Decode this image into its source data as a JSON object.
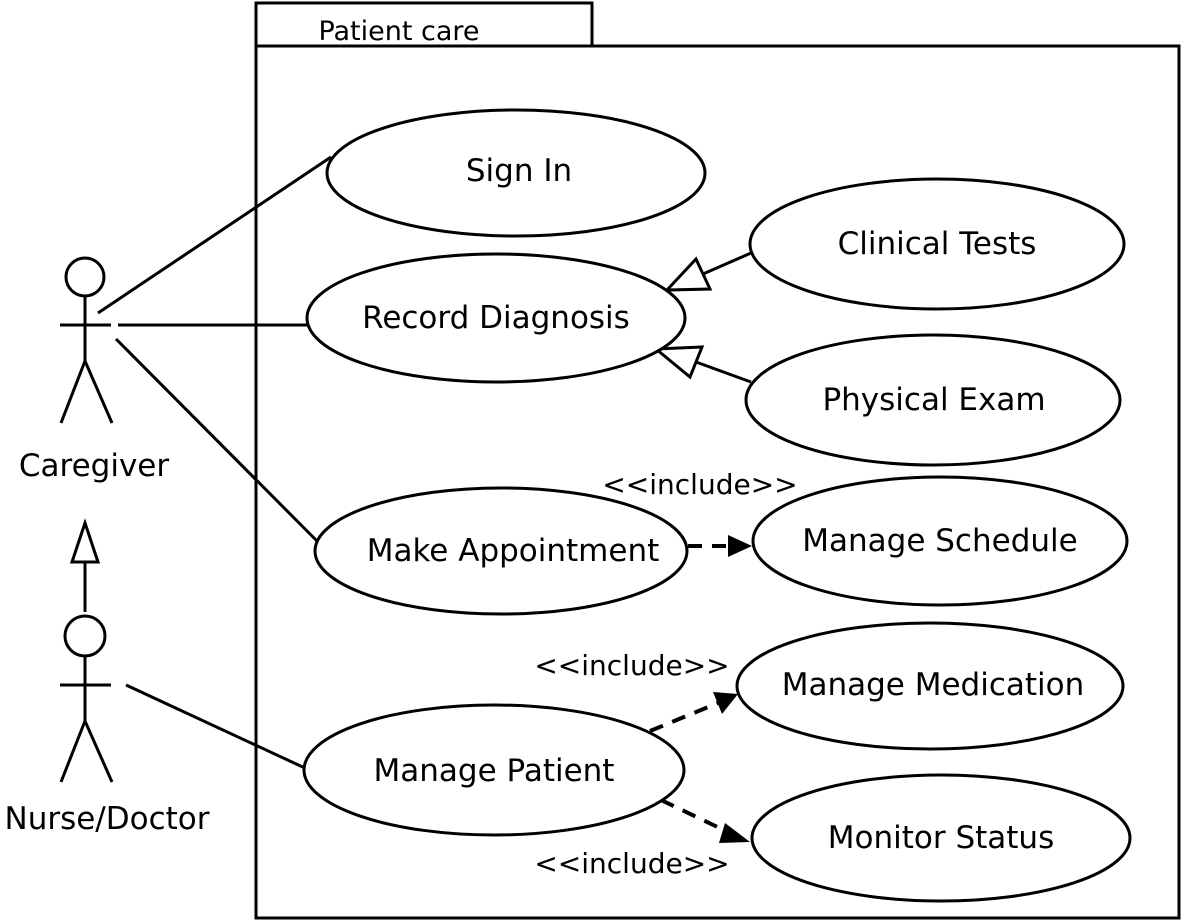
{
  "package": {
    "title": "Patient care"
  },
  "actors": {
    "caregiver": "Caregiver",
    "nurse_doctor": "Nurse/Doctor"
  },
  "use_cases": {
    "sign_in": "Sign In",
    "record_diagnosis": "Record Diagnosis",
    "clinical_tests": "Clinical Tests",
    "physical_exam": "Physical Exam",
    "make_appointment": "Make Appointment",
    "manage_schedule": "Manage Schedule",
    "manage_patient": "Manage Patient",
    "manage_medication": "Manage Medication",
    "monitor_status": "Monitor Status"
  },
  "relations": {
    "include_schedule": "<<include>>",
    "include_medication": "<<include>>",
    "include_status": "<<include>>"
  }
}
